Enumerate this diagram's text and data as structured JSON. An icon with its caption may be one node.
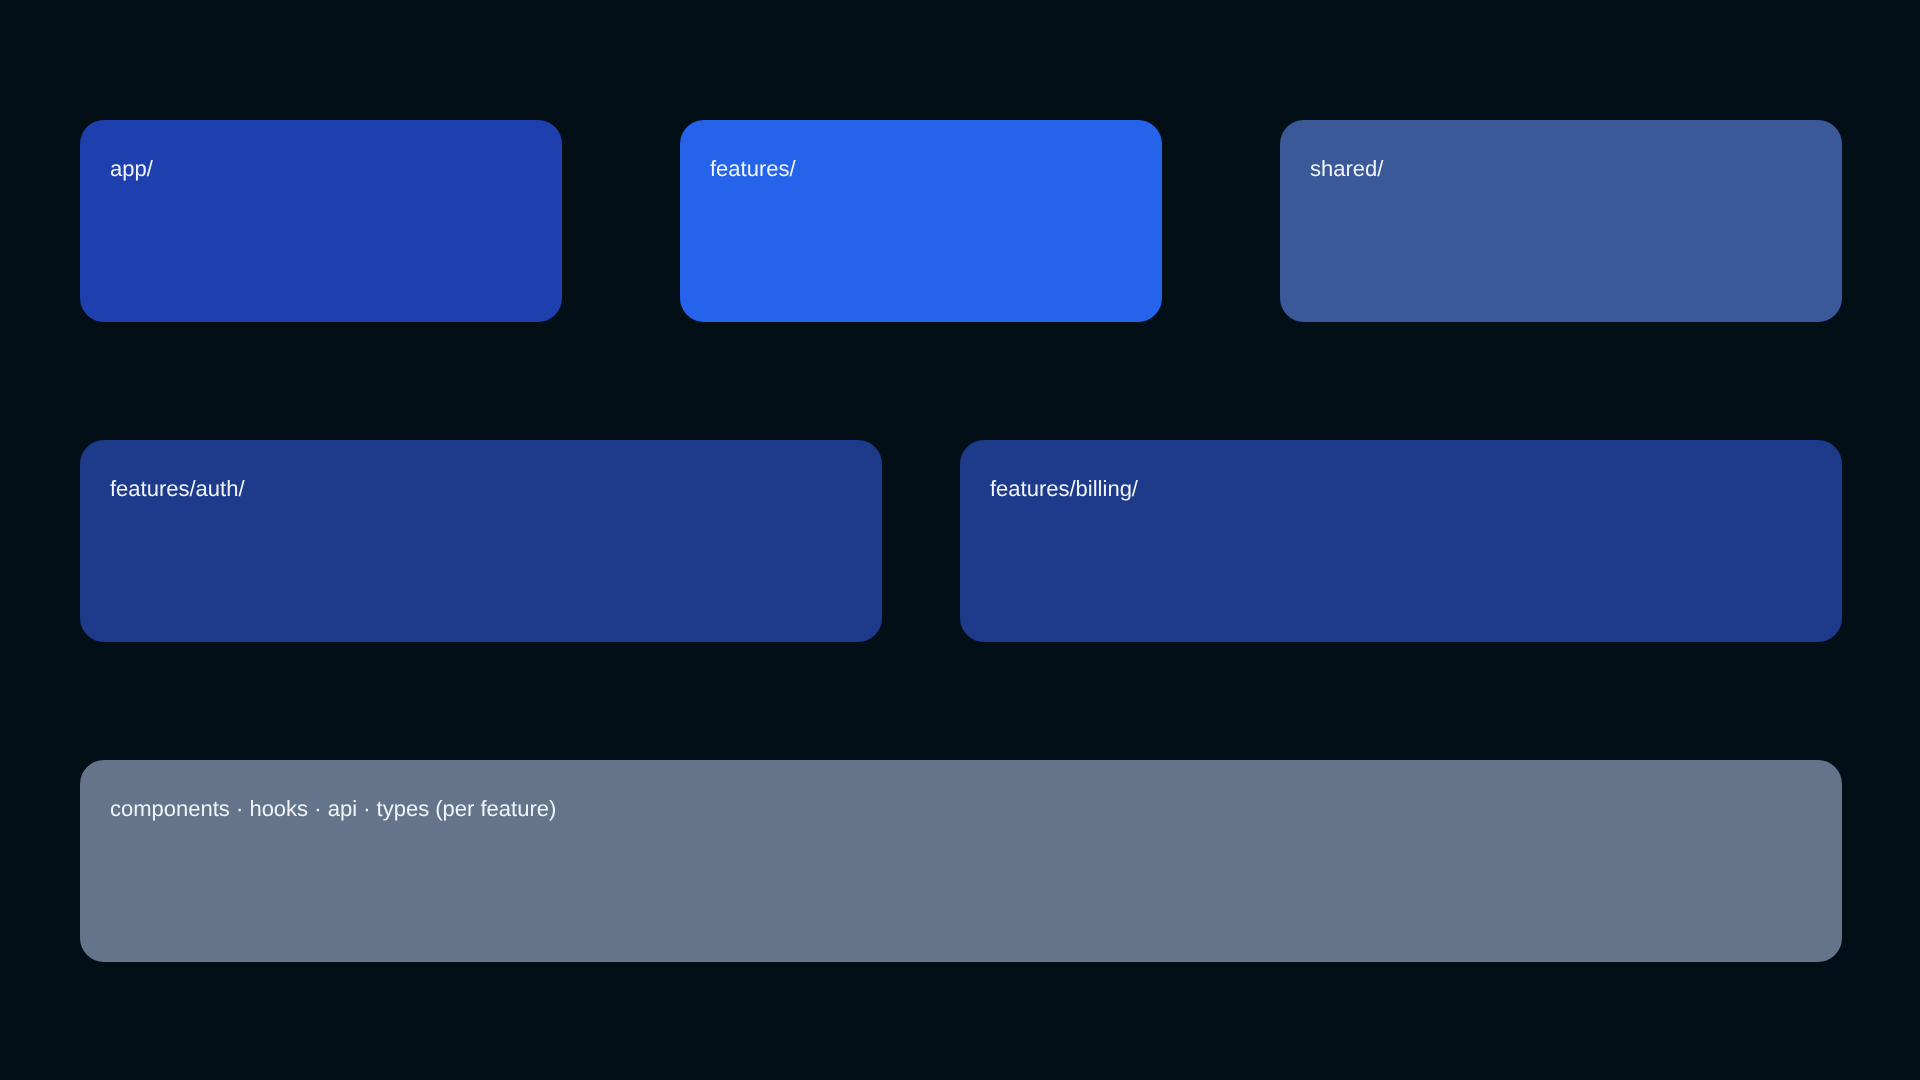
{
  "diagram": {
    "nodes": [
      {
        "text": [
          "app/"
        ]
      },
      {
        "text": [
          "features/"
        ]
      },
      {
        "text": [
          "shared/"
        ]
      },
      {
        "text": [
          "features/auth/"
        ]
      },
      {
        "text": [
          "features/billing/"
        ]
      },
      {
        "text": [
          "components · hooks · api · types (per feature)"
        ]
      }
    ]
  }
}
